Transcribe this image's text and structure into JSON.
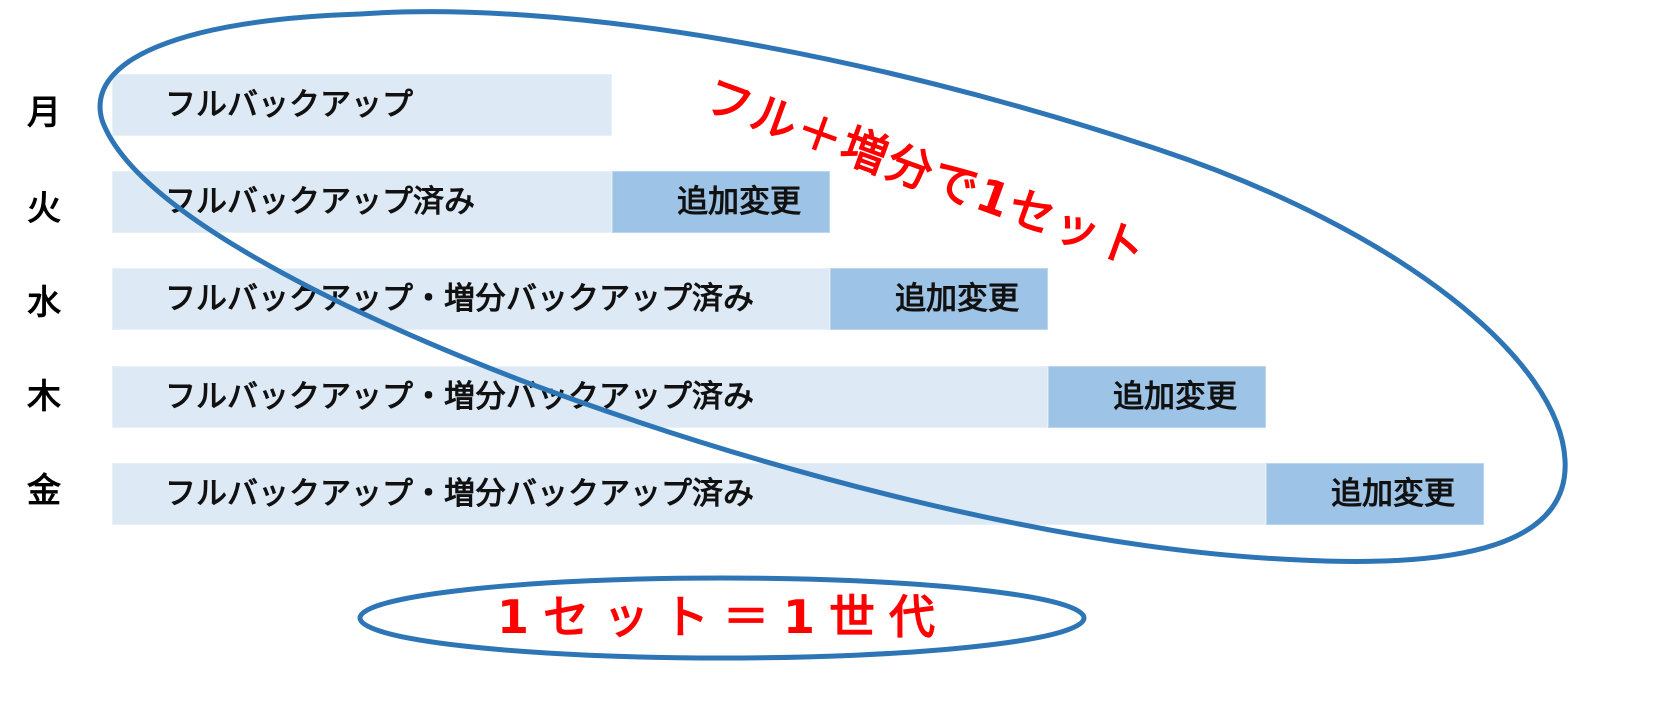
{
  "days": [
    {
      "label": "月",
      "base": "フルバックアップ",
      "incremental": null
    },
    {
      "label": "火",
      "base": "フルバックアップ済み",
      "incremental": "追加変更"
    },
    {
      "label": "水",
      "base": "フルバックアップ・増分バックアップ済み",
      "incremental": "追加変更"
    },
    {
      "label": "木",
      "base": "フルバックアップ・増分バックアップ済み",
      "incremental": "追加変更"
    },
    {
      "label": "金",
      "base": "フルバックアップ・増分バックアップ済み",
      "incremental": "追加変更"
    }
  ],
  "annotations": {
    "set_note": "フル＋増分で1セット",
    "generation_note": "1セット＝1世代"
  },
  "colors": {
    "base_bar": "#dde9f5",
    "incremental_bar": "#9dc3e6",
    "ellipse_stroke": "#2e75b6",
    "annotation_text": "#ff0000"
  }
}
